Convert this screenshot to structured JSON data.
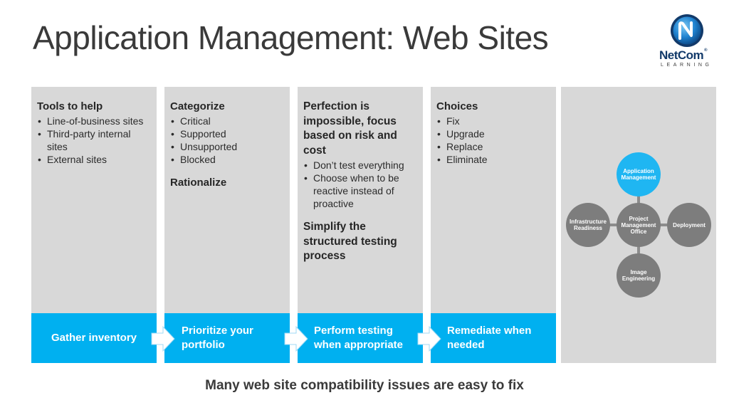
{
  "slide": {
    "title": "Application Management: Web Sites",
    "footer": "Many web site compatibility issues are easy to fix"
  },
  "logo": {
    "name": "NetCom",
    "tagline": "LEARNING",
    "trademark": "®",
    "colors": {
      "navy": "#123a6a",
      "blue": "#2a8fd8"
    }
  },
  "columns": [
    {
      "heading": "Tools to help",
      "items": [
        "Line-of-business sites",
        "Third-party internal sites",
        "External sites"
      ]
    },
    {
      "heading": "Categorize",
      "items": [
        "Critical",
        "Supported",
        "Unsupported",
        "Blocked"
      ],
      "subheading": "Rationalize"
    },
    {
      "heading": "Perfection is impossible, focus based on risk and cost",
      "items": [
        "Don’t test everything",
        "Choose when to be reactive instead of proactive"
      ],
      "subheading": "Simplify the structured testing process"
    },
    {
      "heading": "Choices",
      "items": [
        "Fix",
        "Upgrade",
        "Replace",
        "Eliminate"
      ]
    }
  ],
  "steps": [
    {
      "label": "Gather inventory"
    },
    {
      "label": "Prioritize your portfolio"
    },
    {
      "label": "Perform testing when appropriate"
    },
    {
      "label": "Remediate when needed"
    }
  ],
  "diagram": {
    "top": "Application Management",
    "left": "Infrastructure Readiness",
    "center": "Project Management Office",
    "right": "Deployment",
    "bottom": "Image Engineering"
  },
  "colors": {
    "accent_blue": "#00b0f0",
    "column_gray": "#d8d8d8",
    "circle_gray": "#7d7d7d",
    "circle_blue": "#1fb6f2"
  },
  "icons": [
    "globe-logo-icon",
    "right-arrow-icon"
  ]
}
